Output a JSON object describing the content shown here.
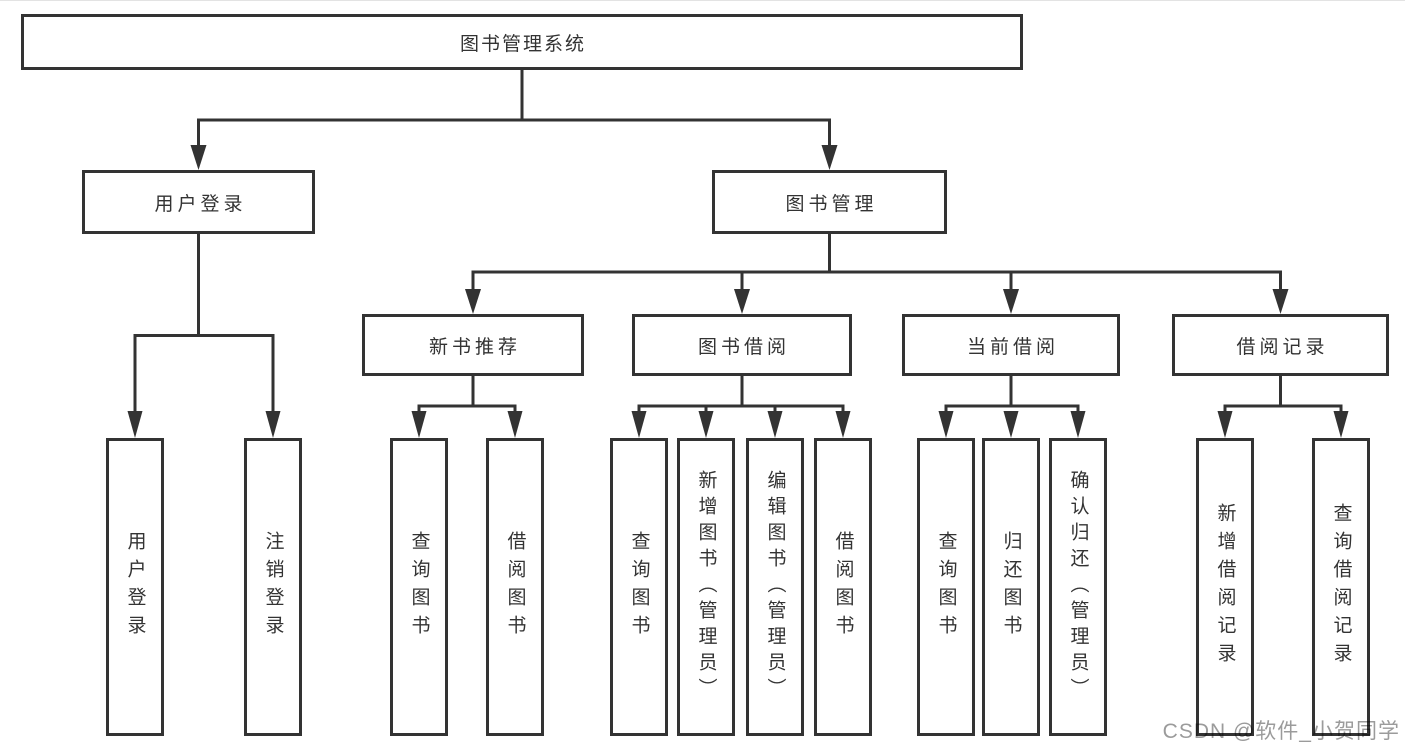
{
  "diagram": {
    "background": "#ffffff",
    "line_color": "#333333",
    "text_color": "#333333",
    "watermark": {
      "text": "CSDN @软件_小贺同学",
      "color": "#9b9b9b"
    }
  },
  "nodes": {
    "root": {
      "label": "图书管理系统"
    },
    "level2": [
      {
        "label": "用户登录"
      },
      {
        "label": "图书管理"
      }
    ],
    "level3": [
      {
        "label": "新书推荐",
        "parent": "图书管理"
      },
      {
        "label": "图书借阅",
        "parent": "图书管理"
      },
      {
        "label": "当前借阅",
        "parent": "图书管理"
      },
      {
        "label": "借阅记录",
        "parent": "图书管理"
      }
    ],
    "leaves": [
      {
        "label": "用户登录",
        "parent": "用户登录"
      },
      {
        "label": "注销登录",
        "parent": "用户登录"
      },
      {
        "label": "查询图书",
        "parent": "新书推荐"
      },
      {
        "label": "借阅图书",
        "parent": "新书推荐"
      },
      {
        "label": "查询图书",
        "parent": "图书借阅"
      },
      {
        "label": "新增图书（管理员）",
        "parent": "图书借阅"
      },
      {
        "label": "编辑图书（管理员）",
        "parent": "图书借阅"
      },
      {
        "label": "借阅图书",
        "parent": "图书借阅"
      },
      {
        "label": "查询图书",
        "parent": "当前借阅"
      },
      {
        "label": "归还图书",
        "parent": "当前借阅"
      },
      {
        "label": "确认归还（管理员）",
        "parent": "当前借阅"
      },
      {
        "label": "新增借阅记录",
        "parent": "借阅记录"
      },
      {
        "label": "查询借阅记录",
        "parent": "借阅记录"
      }
    ]
  }
}
